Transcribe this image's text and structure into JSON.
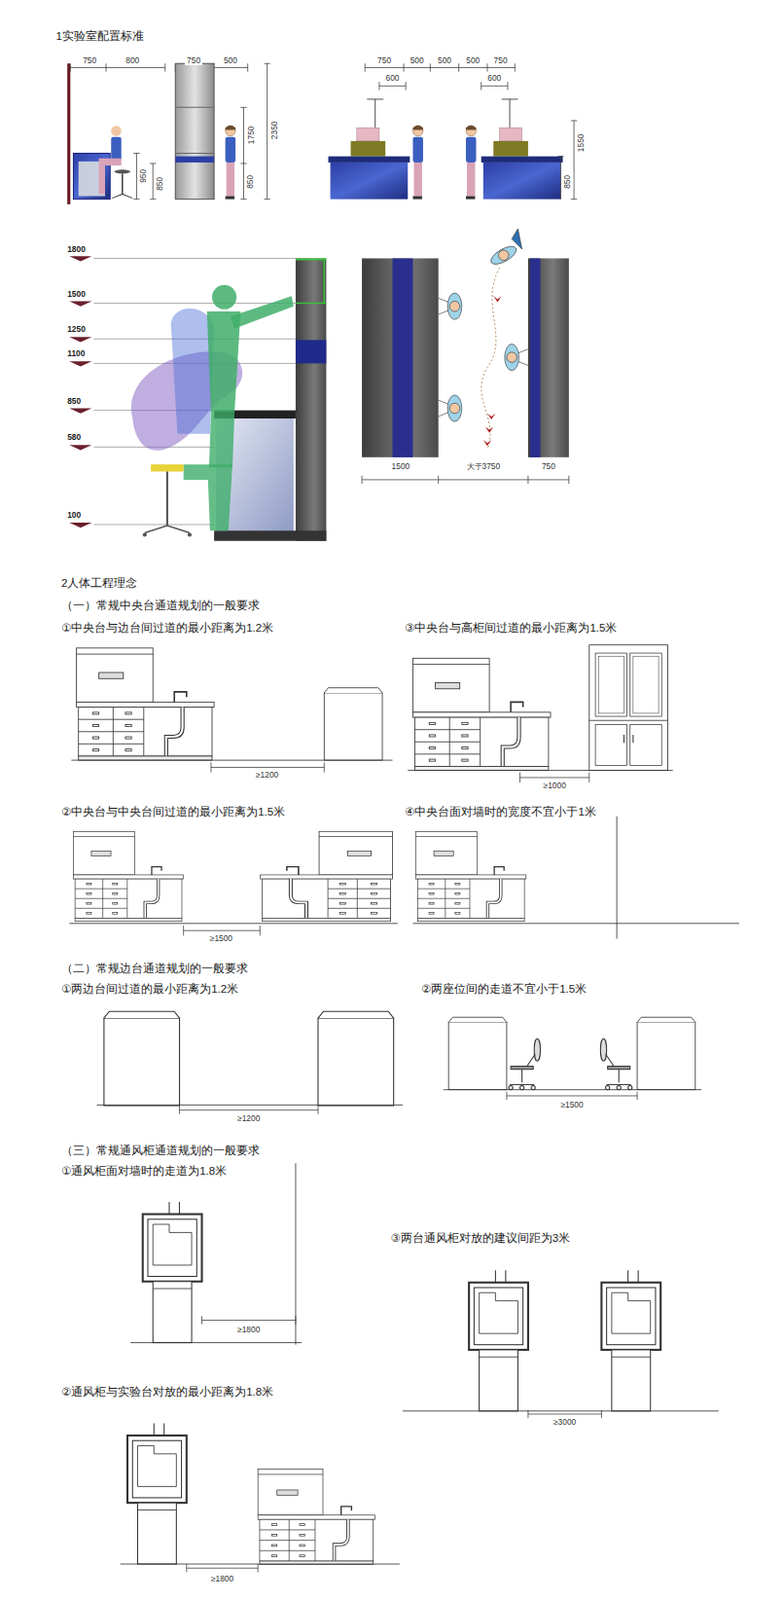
{
  "diagram": {
    "labels": [
      "1实验室配置标准",
      "750",
      "800",
      "950",
      "850",
      "750",
      "500",
      "2350",
      "1750",
      "850",
      "750",
      "500",
      "500",
      "500",
      "750",
      "600",
      "600",
      "1550",
      "850",
      "1800",
      "1500",
      "1250",
      "1100",
      "850",
      "580",
      "100",
      "1500",
      "大于3750",
      "750",
      "2人体工程理念",
      "（一）常规中央台通道规划的一般要求",
      "①中央台与边台间过道的最小距离为1.2米",
      "≥1200",
      "③中央台与高柜间过道的最小距离为1.5米",
      "≥1000",
      "②中央台与中央台间过道的最小距离为1.5米",
      "≥1500",
      "④中央台面对墙时的宽度不宜小于1米",
      "（二）常规边台通道规划的一般要求",
      "①两边台间过道的最小距离为1.2米",
      "≥1200",
      "②两座位间的走道不宜小于1.5米",
      "≥1500",
      "（三）常规通风柜通道规划的一般要求",
      "①通风柜面对墙时的走道为1.8米",
      "≥1800",
      "③两台通风柜对放的建议间距为3米",
      "≥3000",
      "②通风柜与实验台对放的最小距离为1.8米",
      "≥1800"
    ]
  }
}
